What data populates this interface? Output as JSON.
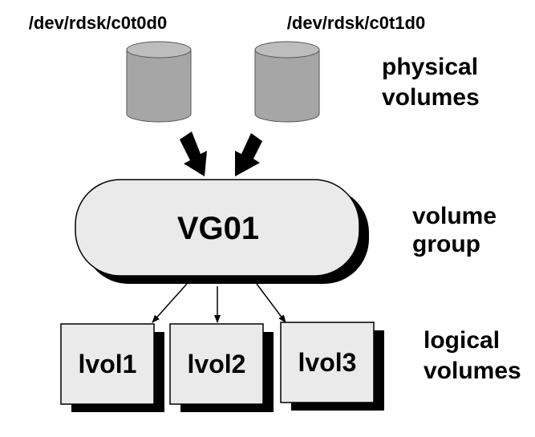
{
  "disks": [
    {
      "device": "/dev/rdsk/c0t0d0"
    },
    {
      "device": "/dev/rdsk/c0t1d0"
    }
  ],
  "labels": {
    "physical": [
      "physical",
      "volumes"
    ],
    "group": [
      "volume",
      "group"
    ],
    "logical": [
      "logical",
      "volumes"
    ]
  },
  "volume_group": {
    "name": "VG01"
  },
  "logical_volumes": [
    {
      "name": "lvol1"
    },
    {
      "name": "lvol2"
    },
    {
      "name": "lvol3"
    }
  ],
  "colors": {
    "disk_body": "#a6a6a6",
    "disk_top": "#bdbdbd",
    "box_fill": "#eaeaea",
    "shadow": "#000000"
  }
}
